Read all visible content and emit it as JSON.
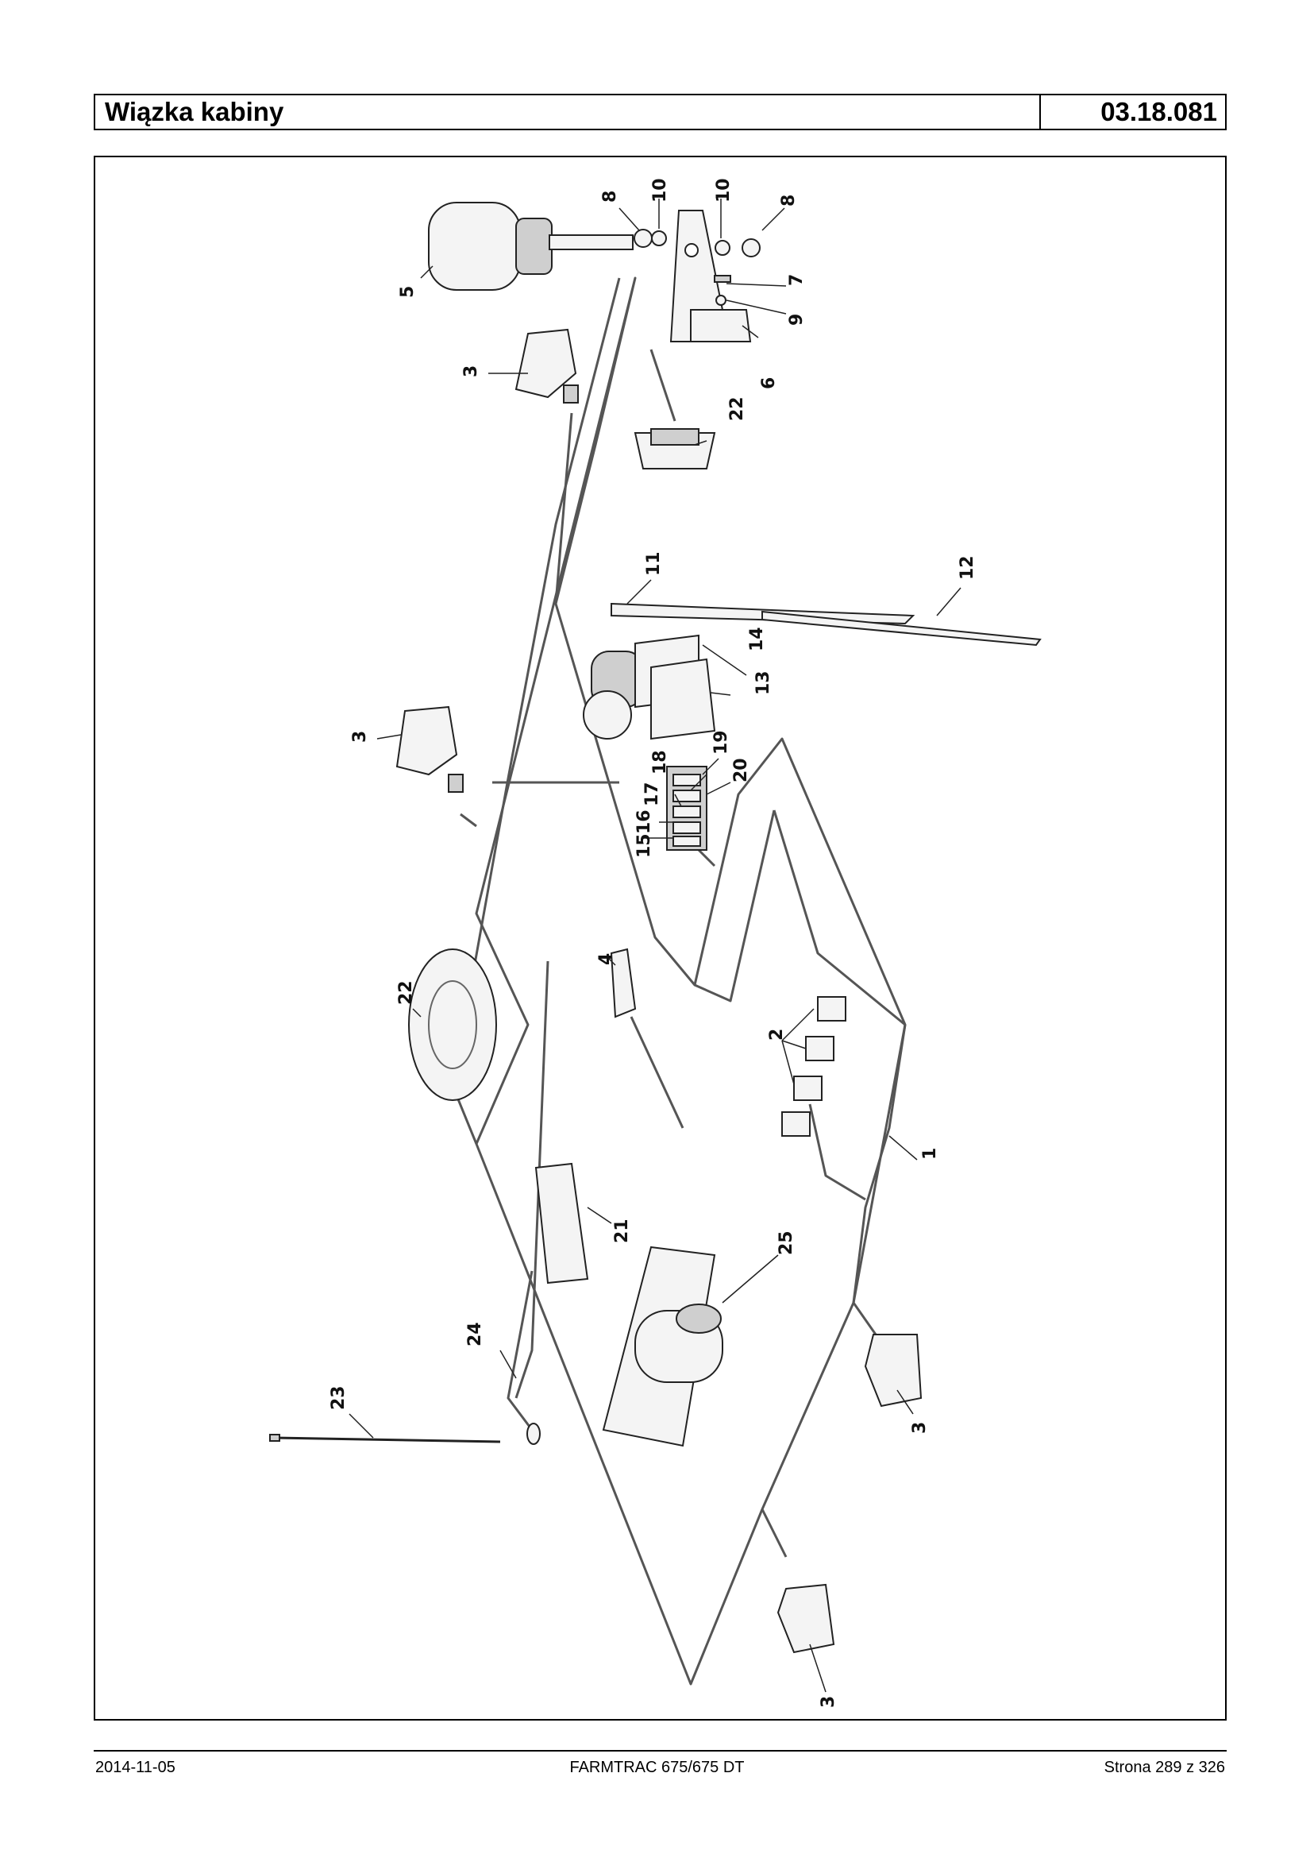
{
  "header": {
    "title": "Wiązka kabiny",
    "code": "03.18.081"
  },
  "footer": {
    "date": "2014-11-05",
    "model": "FARMTRAC 675/675 DT",
    "page": "Strona 289 z 326"
  },
  "callouts": [
    "1",
    "2",
    "3",
    "3",
    "3",
    "3",
    "4",
    "5",
    "6",
    "7",
    "8",
    "8",
    "9",
    "10",
    "10",
    "11",
    "12",
    "13",
    "14",
    "15",
    "16",
    "17",
    "18",
    "19",
    "20",
    "21",
    "22",
    "22",
    "23",
    "24",
    "25"
  ]
}
